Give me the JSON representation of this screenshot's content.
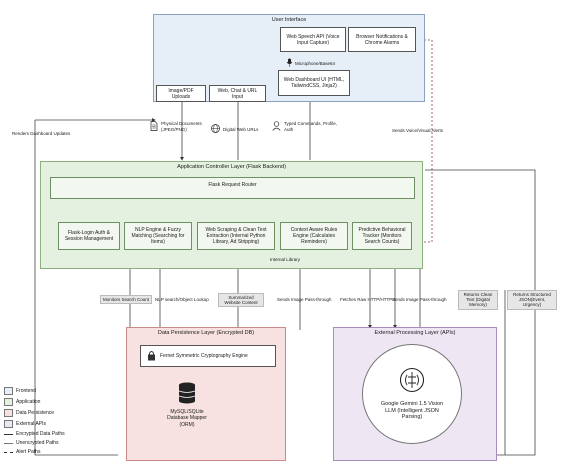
{
  "colors": {
    "frontend": "#e6eef8",
    "application": "#e5f1e0",
    "persistence": "#f7e1e1",
    "external": "#efe6f4"
  },
  "ui_layer": {
    "title": "User Interface",
    "speech_api": "Web Speech API (Voice Input Capture)",
    "browser_notifications": "Browser Notifications & Chrome Alarms",
    "mic_label": "Microphone/Base64",
    "dashboard": "Web Dashboard UI (HTML, TailwindCSS, Jinja2)",
    "image_uploads": "Image/PDF Uploads",
    "web_chat": "Web, Chat & URL Input"
  },
  "inputs": {
    "physical_docs": "Physical Documents (JPEG/PNG)",
    "digital_urls": "Digital Web URLs",
    "typed_commands": "Typed Commands, Profile, Auth"
  },
  "app_layer": {
    "title": "Application Controller Layer (Flask Backend)",
    "router": "Flask Request Router",
    "modules": [
      "Flask-Login Auth & Session Management",
      "NLP Engine & Fuzzy Matching (Searching for Items)",
      "Web Scraping & Clean Text Extraction (Internal Python Library, Ad Stripping)",
      "Context Aware Rules Engine (Calculates Reminders)",
      "Predictive Behavioral Tracker (Monitors Search Counts)"
    ],
    "internal_library": "Internal Library"
  },
  "edge_labels": {
    "renders_dashboard": "Renders Dashboard Updates",
    "sends_voice_alerts": "Sends Voice/Visual Alerts",
    "monitors_search": "Monitors Search Count",
    "nlp_search": "NLP search/Object Lookup",
    "summarized": "Summarized Website Content",
    "image_pass_1": "Sends Image Pass-through",
    "fetches_raw": "Fetches Raw HTTP/HTTPS",
    "image_pass_2": "Sends Image Pass-through",
    "returns_clean": "Returns Clean Text (Digital Memory)",
    "returns_structured": "Returns Structured JSON(Event, Urgency)"
  },
  "db_layer": {
    "title": "Data Persistence Layer (Encrypted DB)",
    "crypto": "Fernet Symmetric Cryptography Engine",
    "db": "MySQL/SQLite Database Mapper (ORM)"
  },
  "ext_layer": {
    "title": "External Processing Layer (APIs)",
    "gemini": "Google Gemini 1.5 Vision LLM (Intelligent JSON Parsing)"
  },
  "legend": {
    "items": [
      {
        "label": "Frontend",
        "kind": "swatch",
        "color": "#e6eef8"
      },
      {
        "label": "Application",
        "kind": "swatch",
        "color": "#e5f1e0"
      },
      {
        "label": "Data Persistence",
        "kind": "swatch",
        "color": "#f7e1e1"
      },
      {
        "label": "External APIs",
        "kind": "swatch",
        "color": "#efe6f4"
      },
      {
        "label": "Encrypted Data Paths",
        "kind": "line"
      },
      {
        "label": "Unencrypted Paths",
        "kind": "line"
      },
      {
        "label": "Alert Paths",
        "kind": "dash"
      }
    ]
  }
}
